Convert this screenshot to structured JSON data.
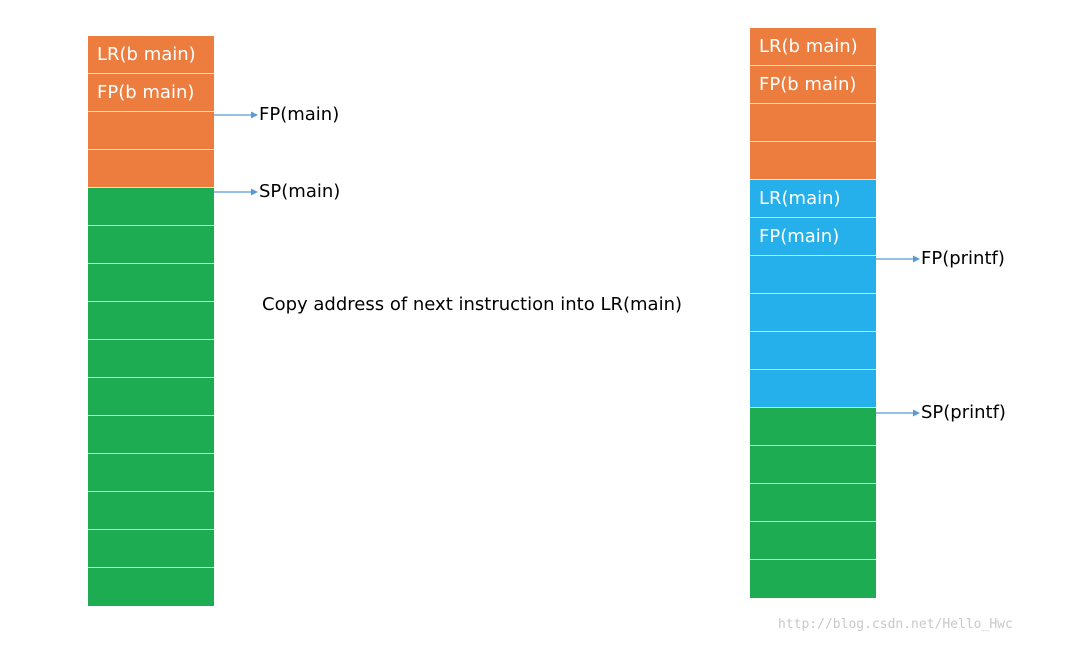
{
  "colors": {
    "caller_frame": "#ec7d3f",
    "callee_frame": "#25b0ec",
    "free_stack": "#1eac53",
    "arrow": "#5b9bd5"
  },
  "left_stack": {
    "cells": [
      {
        "label": "LR(b main)",
        "kind": "caller_frame"
      },
      {
        "label": "FP(b main)",
        "kind": "caller_frame"
      },
      {
        "label": "",
        "kind": "caller_frame"
      },
      {
        "label": "",
        "kind": "caller_frame"
      },
      {
        "label": "",
        "kind": "free_stack"
      },
      {
        "label": "",
        "kind": "free_stack"
      },
      {
        "label": "",
        "kind": "free_stack"
      },
      {
        "label": "",
        "kind": "free_stack"
      },
      {
        "label": "",
        "kind": "free_stack"
      },
      {
        "label": "",
        "kind": "free_stack"
      },
      {
        "label": "",
        "kind": "free_stack"
      },
      {
        "label": "",
        "kind": "free_stack"
      },
      {
        "label": "",
        "kind": "free_stack"
      },
      {
        "label": "",
        "kind": "free_stack"
      },
      {
        "label": "",
        "kind": "free_stack"
      }
    ],
    "pointers": {
      "fp": "FP(main)",
      "sp": "SP(main)"
    }
  },
  "right_stack": {
    "cells": [
      {
        "label": "LR(b main)",
        "kind": "caller_frame"
      },
      {
        "label": "FP(b main)",
        "kind": "caller_frame"
      },
      {
        "label": "",
        "kind": "caller_frame"
      },
      {
        "label": "",
        "kind": "caller_frame"
      },
      {
        "label": "LR(main)",
        "kind": "callee_frame"
      },
      {
        "label": "FP(main)",
        "kind": "callee_frame"
      },
      {
        "label": "",
        "kind": "callee_frame"
      },
      {
        "label": "",
        "kind": "callee_frame"
      },
      {
        "label": "",
        "kind": "callee_frame"
      },
      {
        "label": "",
        "kind": "callee_frame"
      },
      {
        "label": "",
        "kind": "free_stack"
      },
      {
        "label": "",
        "kind": "free_stack"
      },
      {
        "label": "",
        "kind": "free_stack"
      },
      {
        "label": "",
        "kind": "free_stack"
      },
      {
        "label": "",
        "kind": "free_stack"
      }
    ],
    "pointers": {
      "fp": "FP(printf)",
      "sp": "SP(printf)"
    }
  },
  "note": "Copy address of next instruction into LR(main)",
  "watermark": "http://blog.csdn.net/Hello_Hwc"
}
